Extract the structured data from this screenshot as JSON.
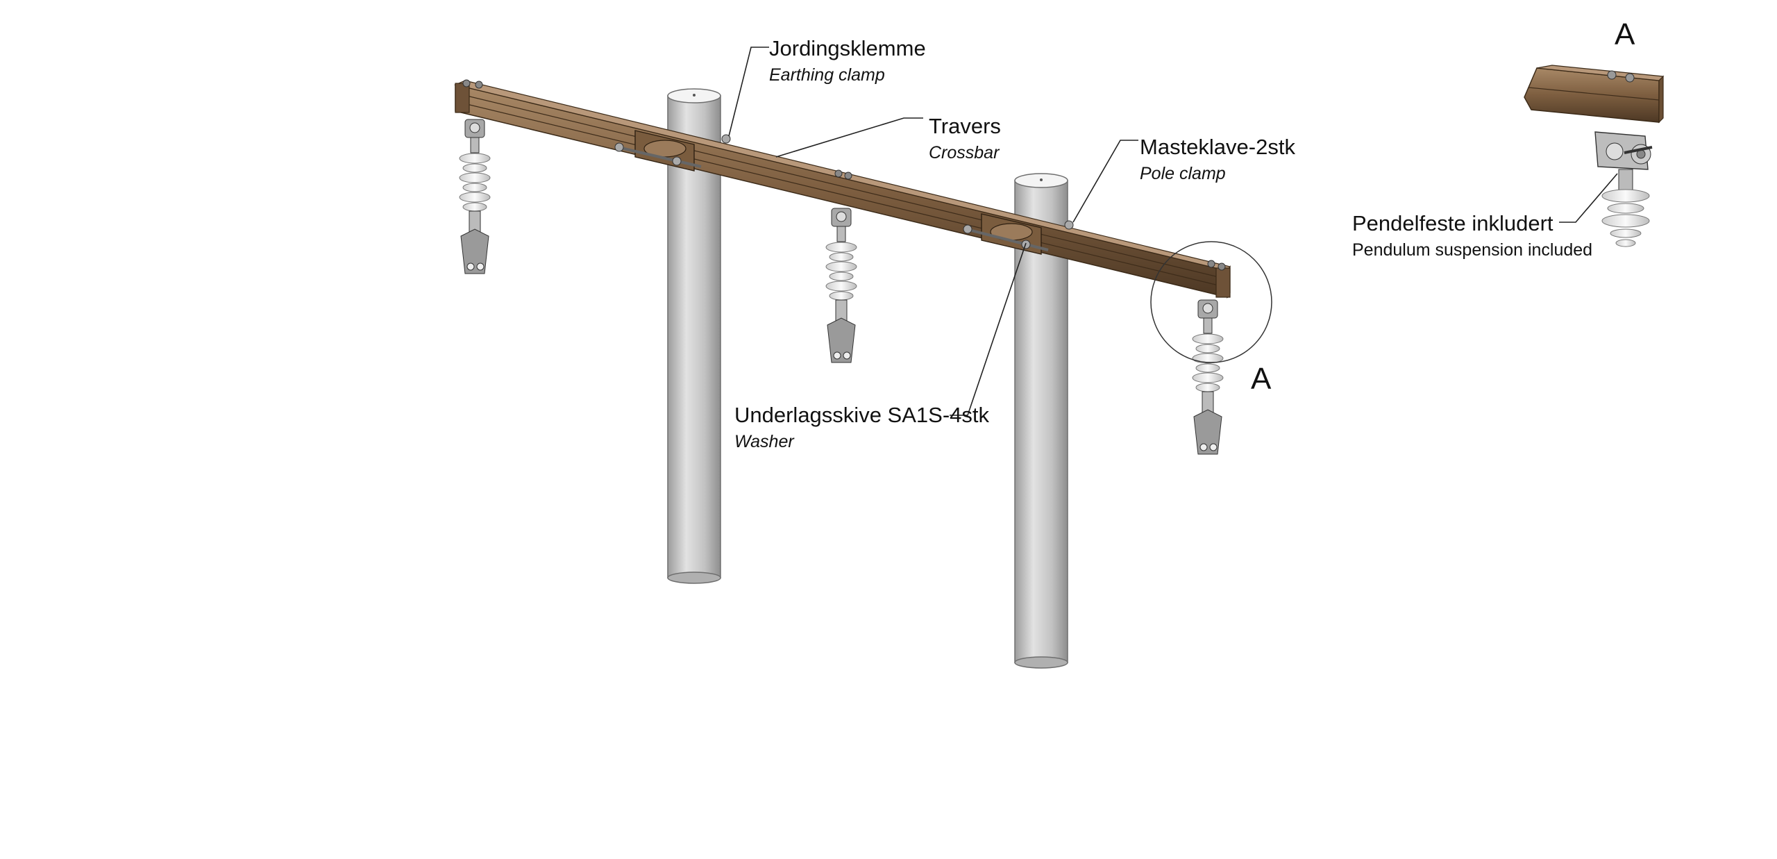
{
  "labels": {
    "earthing_clamp": {
      "main": "Jordingsklemme",
      "sub": "Earthing clamp"
    },
    "crossbar": {
      "main": "Travers",
      "sub": "Crossbar"
    },
    "pole_clamp": {
      "main": "Masteklave-2stk",
      "sub": "Pole clamp"
    },
    "washer": {
      "main": "Underlagsskive SA1S-4stk",
      "sub": "Washer"
    },
    "pendulum": {
      "main": "Pendelfeste inkludert",
      "sub": "Pendulum suspension included"
    }
  },
  "detail_marker": "A",
  "detail_title": "A",
  "colors": {
    "crossbar_brown": "#8a6a4a",
    "crossbar_dark": "#5a432c",
    "pole_grey": "#c4c4c4",
    "insulator_white": "#efefef",
    "hardware_grey": "#9a9a9a"
  }
}
